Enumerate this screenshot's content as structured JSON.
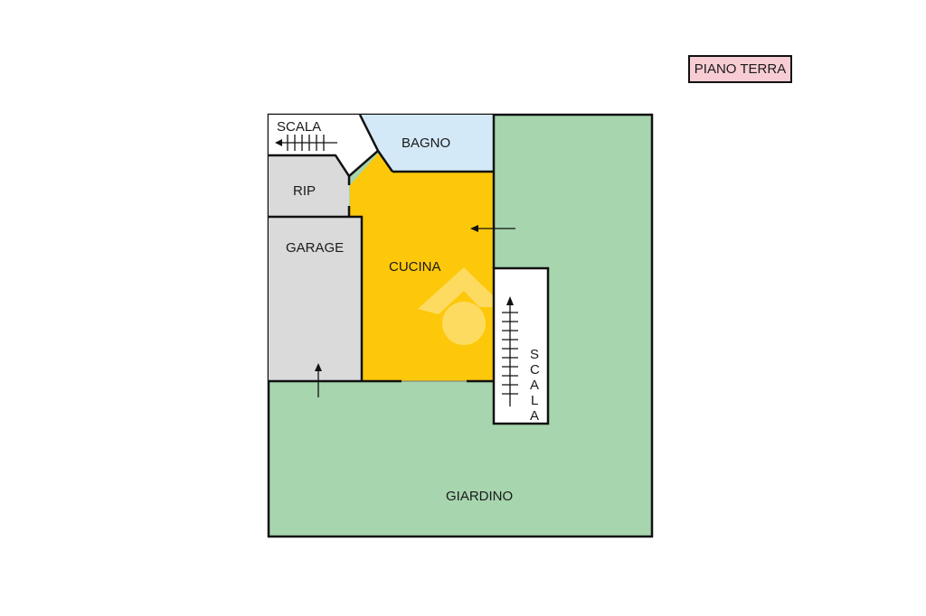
{
  "floor_label": "PIANO TERRA",
  "rooms": {
    "scala_top": "SCALA",
    "bagno": "BAGNO",
    "rip": "RIP",
    "garage": "GARAGE",
    "cucina": "CUCINA",
    "scala_side": [
      "S",
      "C",
      "A",
      "L",
      "A"
    ],
    "giardino": "GIARDINO"
  },
  "colors": {
    "giardino": "#a6d5ae",
    "cucina": "#fdc80a",
    "bagno": "#d3e9f7",
    "garage": "#dadada",
    "rip": "#dadada",
    "scala": "#ffffff",
    "badge": "#f7cdd3"
  }
}
